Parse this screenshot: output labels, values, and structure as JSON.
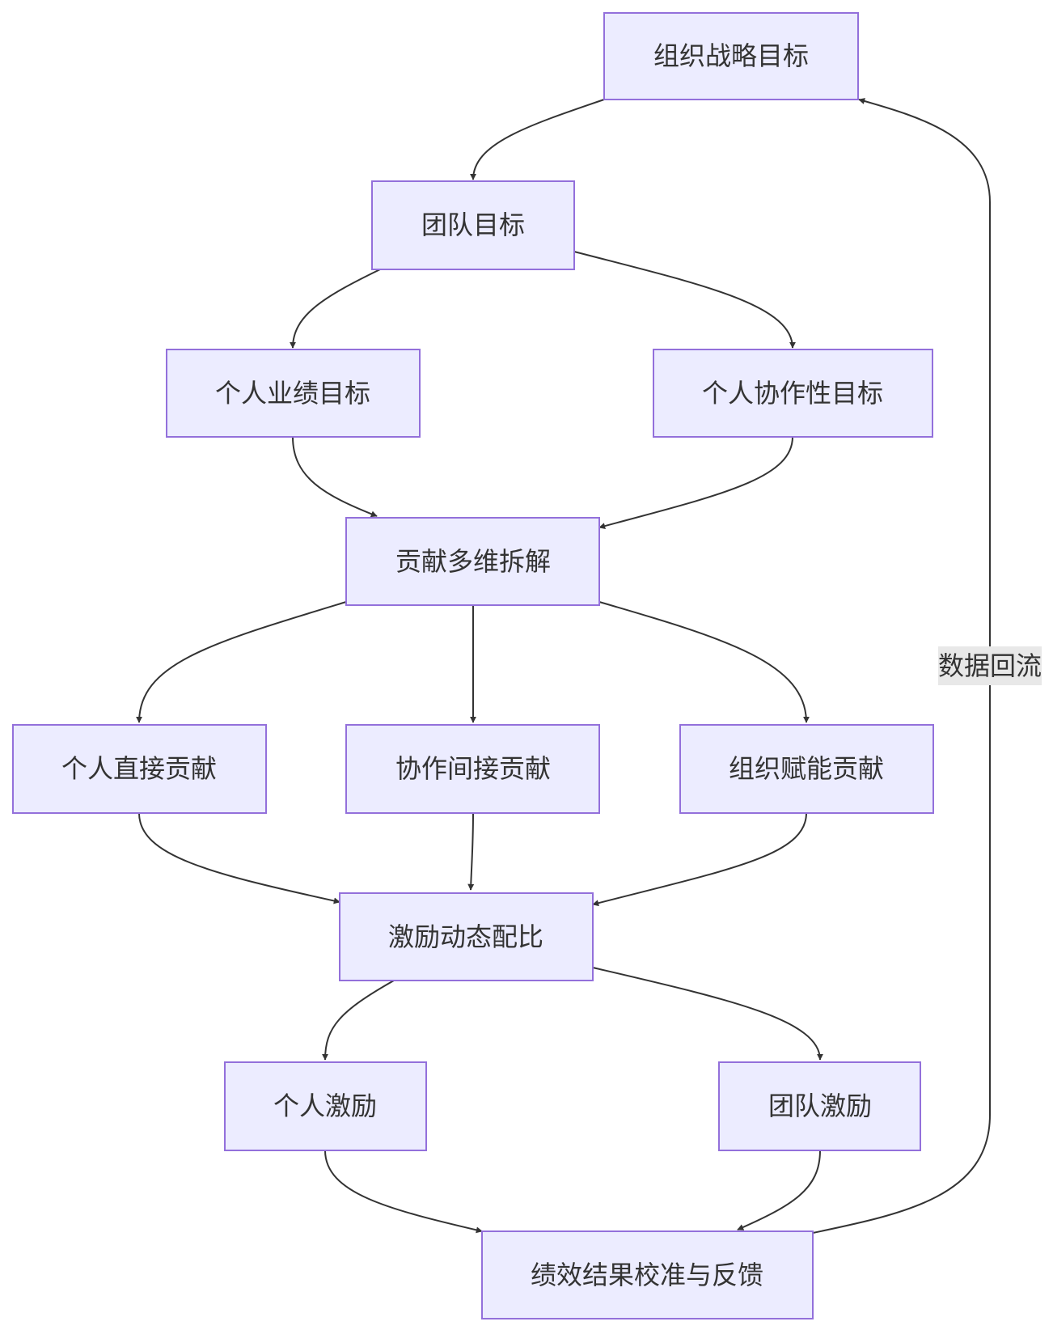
{
  "nodes": {
    "strategy": "组织战略目标",
    "team_goal": "团队目标",
    "personal_perf": "个人业绩目标",
    "personal_collab": "个人协作性目标",
    "decompose": "贡献多维拆解",
    "direct": "个人直接贡献",
    "indirect": "协作间接贡献",
    "enable": "组织赋能贡献",
    "ratio": "激励动态配比",
    "personal_incentive": "个人激励",
    "team_incentive": "团队激励",
    "calibrate": "绩效结果校准与反馈"
  },
  "edge_labels": {
    "feedback": "数据回流"
  }
}
